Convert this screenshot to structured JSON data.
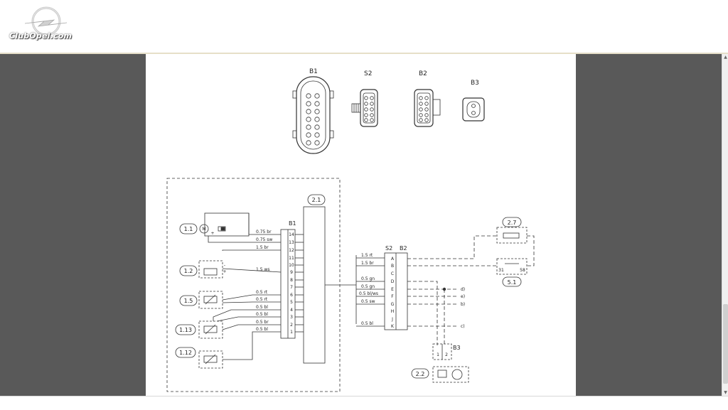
{
  "site": {
    "logo_text": "ClubOpel.com"
  },
  "connectors": {
    "top": [
      {
        "id": "B1",
        "label": "B1"
      },
      {
        "id": "S2",
        "label": "S2"
      },
      {
        "id": "B2",
        "label": "B2"
      },
      {
        "id": "B3",
        "label": "B3"
      }
    ],
    "b1_pins": [
      "14",
      "13",
      "12",
      "11",
      "10",
      "9",
      "8",
      "7",
      "6",
      "5",
      "4",
      "3",
      "2",
      "1"
    ],
    "s2_b2_pins": [
      "A",
      "B",
      "C",
      "D",
      "E",
      "F",
      "G",
      "H",
      "J",
      "K"
    ]
  },
  "components": {
    "box_2_1": "2.1",
    "comp_1_1": "1.1",
    "comp_1_2": "1.2",
    "comp_1_5": "1.5",
    "comp_1_13": "1.13",
    "comp_1_12": "1.12",
    "comp_2_7": "2.7",
    "comp_5_1": "5.1",
    "comp_2_2": "2.2",
    "motor_symbol": "M",
    "plus_sign": "+",
    "minus_sign": "-",
    "b3_pin1": "1",
    "b3_pin2": "2",
    "bulb_pin_left": "31",
    "bulb_pin_right": "58"
  },
  "labels": {
    "b1": "B1",
    "s2": "S2",
    "b2": "B2",
    "b3": "B3"
  },
  "left_wires": [
    "0.75 br",
    "0.75 sw",
    "1.5 br",
    "1.5 ws",
    "0.5 rt",
    "0.5 rt",
    "0.5 bl",
    "0.5 bl",
    "0.5 br",
    "0.5 bl"
  ],
  "right_wires": [
    "1.5 rt",
    "1.5 br",
    "0.5 gn",
    "0.5 gn",
    "0.5 bl/ws",
    "0.5 sw",
    "0.5 bl"
  ],
  "ref_marks": [
    "d)",
    "e)",
    "b)",
    "c)"
  ]
}
